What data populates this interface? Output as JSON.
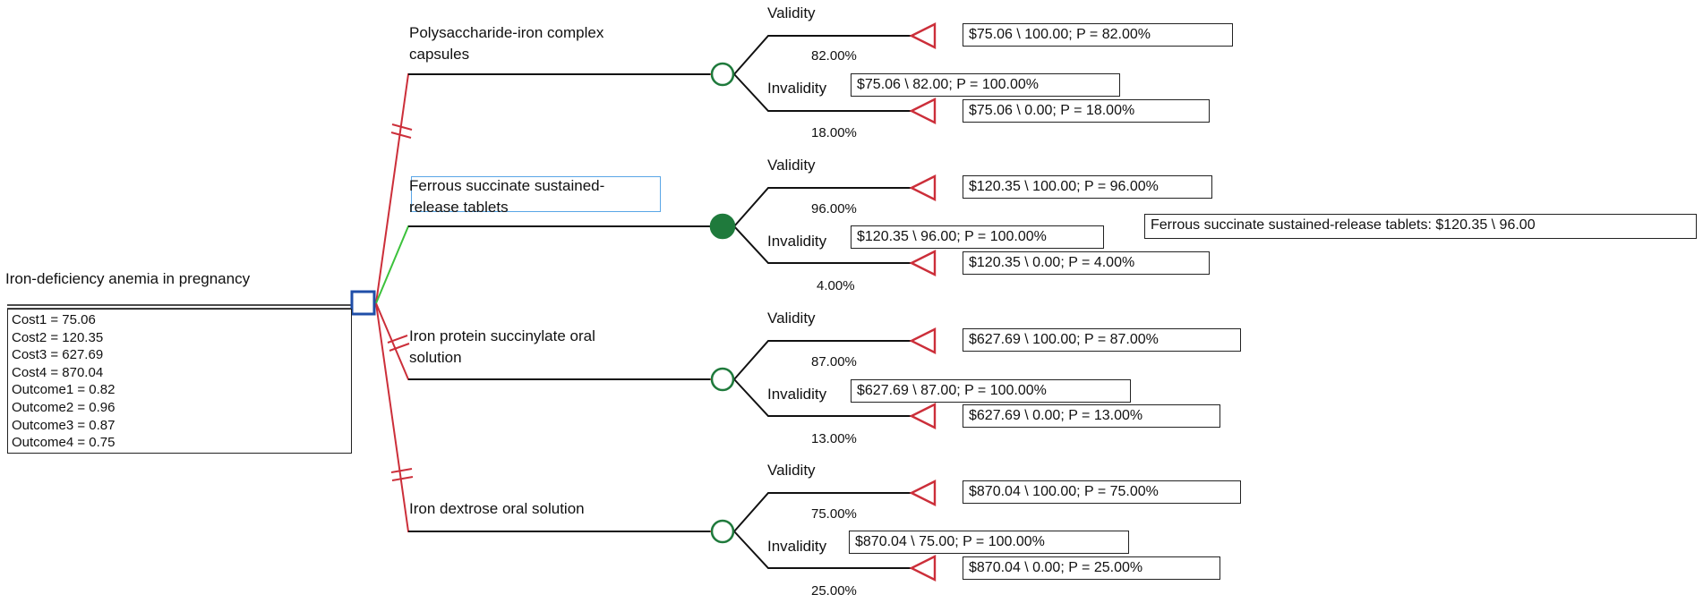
{
  "root": {
    "title": "Iron-deficiency anemia in pregnancy",
    "variables": [
      "Cost1 = 75.06",
      "Cost2 = 120.35",
      "Cost3 = 627.69",
      "Cost4 = 870.04",
      "Outcome1 = 0.82",
      "Outcome2 = 0.96",
      "Outcome3 = 0.87",
      "Outcome4 = 0.75"
    ]
  },
  "branches": [
    {
      "name": "Polysaccharide-iron complex capsules",
      "name_line1": "Polysaccharide-iron complex",
      "name_line2": "capsules",
      "chance_node": "open",
      "validity_label": "Validity",
      "validity_pct": "82.00%",
      "invalidity_label": "Invalidity",
      "invalidity_pct": "18.00%",
      "validity_terminal": "$75.06 \\ 100.00; P = 82.00%",
      "invalidity_summary": "$75.06 \\ 82.00; P = 100.00%",
      "invalidity_terminal": "$75.06 \\ 0.00; P = 18.00%"
    },
    {
      "name": "Ferrous succinate sustained-release tablets",
      "name_line1": "Ferrous succinate sustained-",
      "name_line2": "release tablets",
      "chance_node": "filled",
      "validity_label": "Validity",
      "validity_pct": "96.00%",
      "invalidity_label": "Invalidity",
      "invalidity_pct": "4.00%",
      "validity_terminal": "$120.35 \\ 100.00; P = 96.00%",
      "invalidity_summary": "$120.35 \\ 96.00; P = 100.00%",
      "invalidity_terminal": "$120.35 \\ 0.00; P = 4.00%",
      "optimal_summary": "Ferrous succinate sustained-release tablets: $120.35 \\ 96.00"
    },
    {
      "name": "Iron protein succinylate oral solution",
      "name_line1": "Iron protein succinylate oral",
      "name_line2": "solution",
      "chance_node": "open",
      "validity_label": "Validity",
      "validity_pct": "87.00%",
      "invalidity_label": "Invalidity",
      "invalidity_pct": "13.00%",
      "validity_terminal": "$627.69 \\ 100.00; P = 87.00%",
      "invalidity_summary": "$627.69 \\ 87.00; P = 100.00%",
      "invalidity_terminal": "$627.69 \\ 0.00; P = 13.00%"
    },
    {
      "name": "Iron dextrose oral solution",
      "name_line1": "Iron dextrose oral solution",
      "name_line2": "",
      "chance_node": "open",
      "validity_label": "Validity",
      "validity_pct": "75.00%",
      "invalidity_label": "Invalidity",
      "invalidity_pct": "25.00%",
      "validity_terminal": "$870.04 \\ 100.00; P = 75.00%",
      "invalidity_summary": "$870.04 \\ 75.00; P = 100.00%",
      "invalidity_terminal": "$870.04 \\ 0.00; P = 25.00%"
    }
  ],
  "colors": {
    "decision_line": "#cc2f3a",
    "optimal_line": "#3cc23c",
    "tree_line": "#111111",
    "decision_node": "#1f4ea8",
    "chance_node": "#1f7a3c",
    "terminal_node": "#cc2f3a",
    "selection_outline": "#5aa6e6"
  }
}
